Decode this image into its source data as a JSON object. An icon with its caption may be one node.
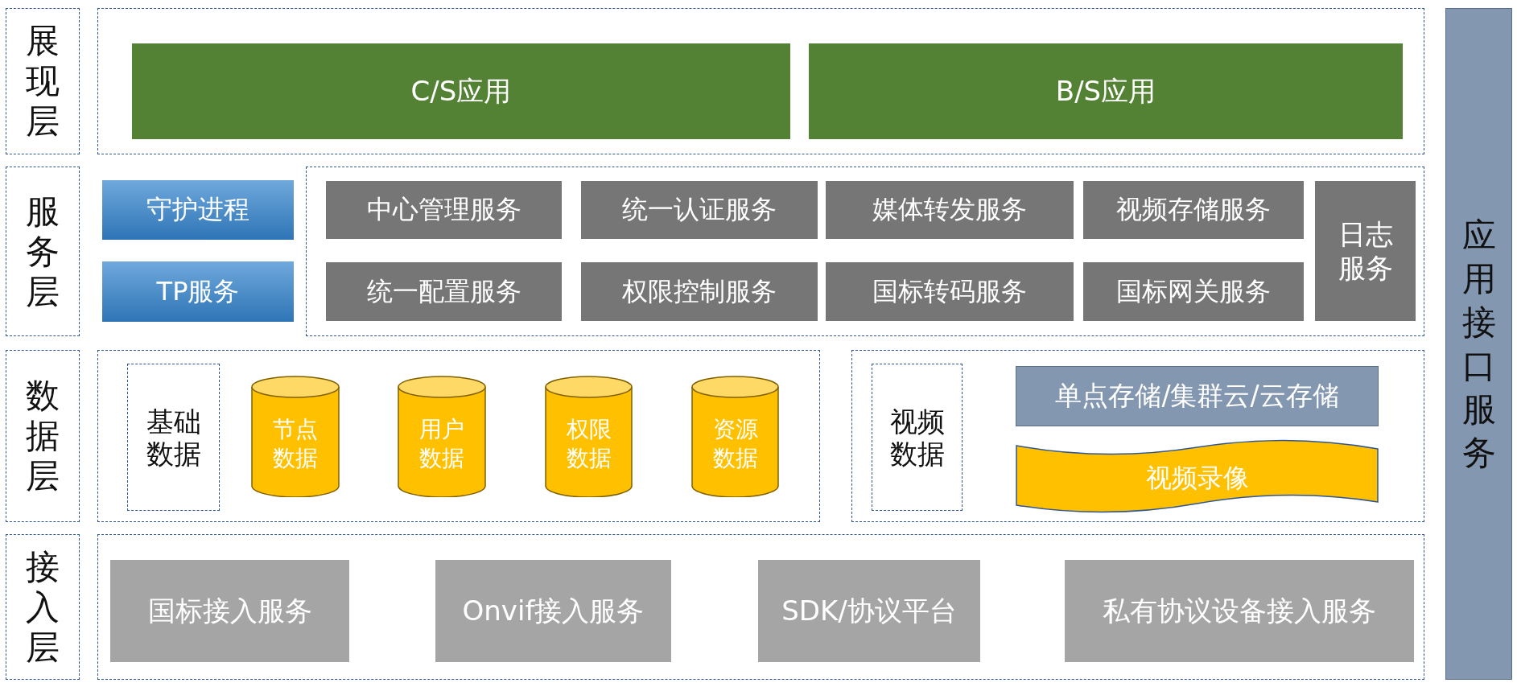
{
  "diagram": {
    "nodes": [
      {
        "text": [
          "展现层"
        ]
      },
      {
        "text": [],
        "shape": "box"
      },
      {
        "text": [
          "C/S应用"
        ],
        "in": 1
      },
      {
        "text": [
          "B/S应用"
        ],
        "in": 1
      },
      {
        "text": [
          "服务层"
        ]
      },
      {
        "text": [
          "守护进程"
        ]
      },
      {
        "text": [
          "TP服务"
        ]
      },
      {
        "text": [],
        "shape": "box"
      },
      {
        "text": [
          "中心管理服务"
        ],
        "in": 7
      },
      {
        "text": [
          "统一认证服务"
        ],
        "in": 7
      },
      {
        "text": [
          "媒体转发服务"
        ],
        "in": 7
      },
      {
        "text": [
          "视频存储服务"
        ],
        "in": 7
      },
      {
        "text": [
          "统一配置服务"
        ],
        "in": 7
      },
      {
        "text": [
          "权限控制服务"
        ],
        "in": 7
      },
      {
        "text": [
          "国标转码服务"
        ],
        "in": 7
      },
      {
        "text": [
          "国标网关服务"
        ],
        "in": 7
      },
      {
        "text": [
          "日志服务"
        ],
        "in": 7
      },
      {
        "text": [
          "数据层"
        ]
      },
      {
        "text": [],
        "shape": "box"
      },
      {
        "text": [
          "基础数据"
        ],
        "in": 18
      },
      {
        "text": [
          "节点数据"
        ],
        "in": 18
      },
      {
        "text": [
          "用户数据"
        ],
        "in": 18
      },
      {
        "text": [
          "权限数据"
        ],
        "in": 18
      },
      {
        "text": [
          "资源数据"
        ],
        "in": 18
      },
      {
        "text": [],
        "shape": "box"
      },
      {
        "text": [
          "视频数据"
        ],
        "in": 24
      },
      {
        "text": [
          "单点存储/集群云/云存储"
        ],
        "in": 24
      },
      {
        "text": [
          "视频录像"
        ],
        "in": 24
      },
      {
        "text": [
          "接入层"
        ]
      },
      {
        "text": [],
        "shape": "box"
      },
      {
        "text": [
          "国标接入服务"
        ],
        "in": 29
      },
      {
        "text": [
          "Onvif接入服务"
        ],
        "in": 29
      },
      {
        "text": [
          "SDK/协议平台"
        ],
        "in": 29
      },
      {
        "text": [
          "私有协议设备接入服务"
        ],
        "in": 29
      },
      {
        "text": [
          "应用接口服务"
        ]
      }
    ],
    "edges": []
  }
}
